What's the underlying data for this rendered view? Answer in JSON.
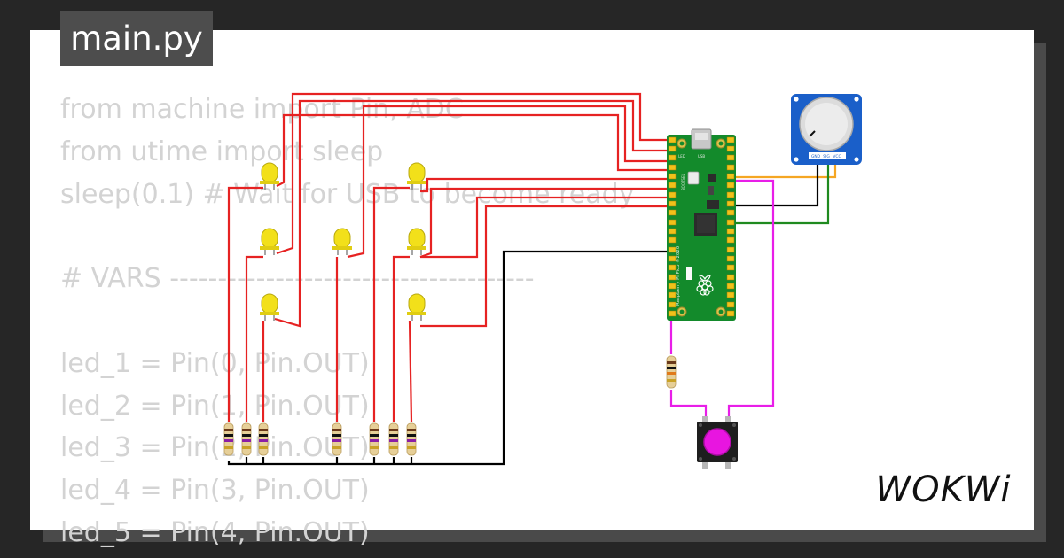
{
  "file_tab": {
    "label": "main.py"
  },
  "code_lines": [
    "from machine import Pin, ADC",
    "from utime import sleep",
    "sleep(0.1) # Wait for USB to become ready",
    "",
    "# VARS --------------------------------------",
    "",
    "led_1 = Pin(0, Pin.OUT)",
    "led_2 = Pin(1, Pin.OUT)",
    "led_3 = Pin(2, Pin.OUT)",
    "led_4 = Pin(3, Pin.OUT)",
    "led_5 = Pin(4, Pin.OUT)"
  ],
  "pico_board": {
    "silkscreen": "Raspberry Pi Pico ©2020",
    "bootsel": "BOOTSEL",
    "led_label": "LED",
    "usb_label": "USB"
  },
  "potentiometer": {
    "pin_labels": [
      "GND",
      "SIG",
      "VCC"
    ]
  },
  "brand": {
    "logo_text": "WOKWi"
  },
  "colors": {
    "background": "#262626",
    "card": "#ffffff",
    "code_text": "#d3d3d3",
    "tab_background": "#4d4d4d",
    "wire_red": "#e62222",
    "wire_black": "#000000",
    "wire_orange": "#f5a623",
    "wire_green": "#1f8a1f",
    "wire_magenta": "#e81ee8",
    "pico_green": "#138a2b",
    "led_yellow": "#f2e01a",
    "button_cap": "#e815e0"
  }
}
